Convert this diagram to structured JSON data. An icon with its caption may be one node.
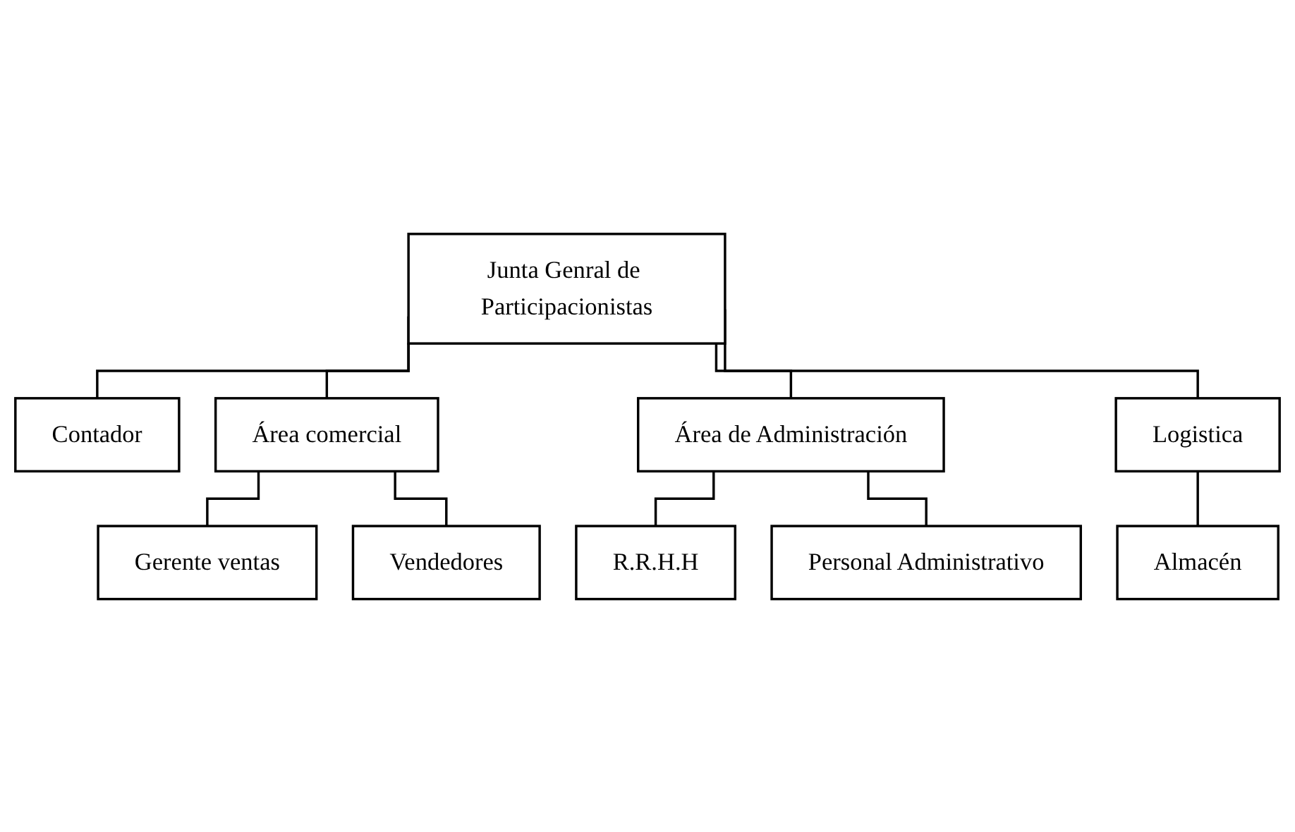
{
  "diagram": {
    "nodes": [
      {
        "text": [
          "Junta Genral de Participacionistas"
        ]
      },
      {
        "text": [
          "Contador"
        ]
      },
      {
        "text": [
          "Área comercial"
        ]
      },
      {
        "text": [
          "Área de Administración"
        ]
      },
      {
        "text": [
          "Logistica"
        ]
      },
      {
        "text": [
          "Gerente ventas"
        ]
      },
      {
        "text": [
          "Vendedores"
        ]
      },
      {
        "text": [
          "R.R.H.H"
        ]
      },
      {
        "text": [
          "Personal Administrativo"
        ]
      },
      {
        "text": [
          "Almacén"
        ]
      }
    ],
    "edges": [
      {
        "from": 0,
        "to": 1,
        "arrow": "none"
      },
      {
        "from": 0,
        "to": 2,
        "arrow": "none"
      },
      {
        "from": 0,
        "to": 3,
        "arrow": "none"
      },
      {
        "from": 0,
        "to": 4,
        "arrow": "none"
      },
      {
        "from": 2,
        "to": 5,
        "arrow": "none"
      },
      {
        "from": 2,
        "to": 6,
        "arrow": "none"
      },
      {
        "from": 3,
        "to": 7,
        "arrow": "none"
      },
      {
        "from": 3,
        "to": 8,
        "arrow": "none"
      },
      {
        "from": 4,
        "to": 9,
        "arrow": "none"
      }
    ]
  }
}
